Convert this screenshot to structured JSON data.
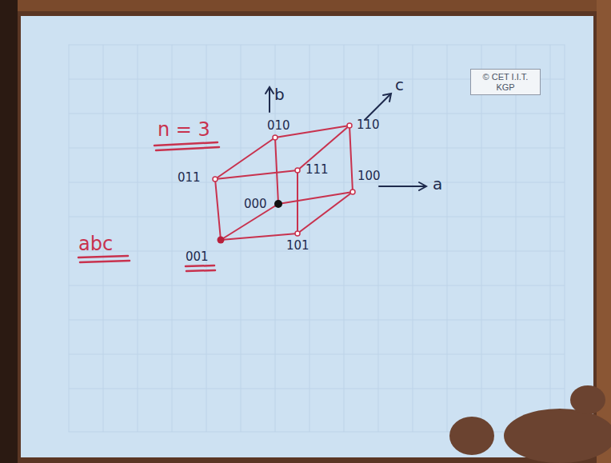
{
  "diagram": {
    "nodes": [
      {
        "text": [
          "© CET I.I.T. KGP"
        ]
      }
    ],
    "labels": [
      "n = 3",
      "b",
      "010",
      "c",
      "110",
      "011",
      "111",
      "100",
      "a",
      "000",
      "abc",
      "101",
      "001"
    ]
  }
}
